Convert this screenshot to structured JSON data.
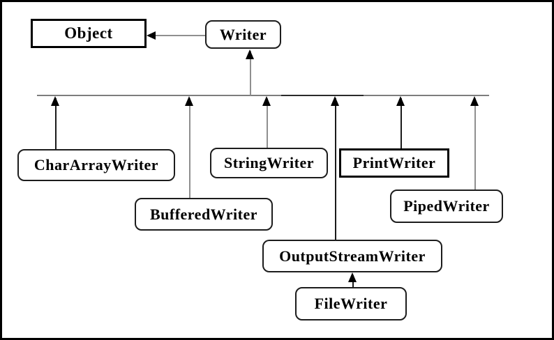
{
  "diagram": {
    "type": "class-hierarchy",
    "description": "Java Writer class hierarchy diagram",
    "nodes": [
      {
        "id": "object",
        "label": "Object",
        "shape": "rectangle-bold"
      },
      {
        "id": "writer",
        "label": "Writer",
        "shape": "rounded"
      },
      {
        "id": "char-array-writer",
        "label": "CharArrayWriter",
        "shape": "rounded"
      },
      {
        "id": "string-writer",
        "label": "StringWriter",
        "shape": "rounded"
      },
      {
        "id": "print-writer",
        "label": "PrintWriter",
        "shape": "rectangle-bold"
      },
      {
        "id": "piped-writer",
        "label": "PipedWriter",
        "shape": "rounded"
      },
      {
        "id": "buffered-writer",
        "label": "BufferedWriter",
        "shape": "rounded"
      },
      {
        "id": "output-stream-writer",
        "label": "OutputStreamWriter",
        "shape": "rounded"
      },
      {
        "id": "file-writer",
        "label": "FileWriter",
        "shape": "rounded"
      }
    ],
    "edges": [
      {
        "from": "writer",
        "to": "object"
      },
      {
        "from": "char-array-writer",
        "to": "writer"
      },
      {
        "from": "buffered-writer",
        "to": "writer"
      },
      {
        "from": "string-writer",
        "to": "writer"
      },
      {
        "from": "output-stream-writer",
        "to": "writer"
      },
      {
        "from": "print-writer",
        "to": "writer"
      },
      {
        "from": "piped-writer",
        "to": "writer"
      },
      {
        "from": "file-writer",
        "to": "output-stream-writer"
      }
    ],
    "colors": {
      "background": "#ffffff",
      "outer_border": "#000000",
      "box_border": "#1c1c1c",
      "bold_box_border": "#000000",
      "connector_gray": "#8f8f8f",
      "connector_dark": "#1a1a1a",
      "arrowhead": "#000000",
      "text": "#000000"
    }
  }
}
